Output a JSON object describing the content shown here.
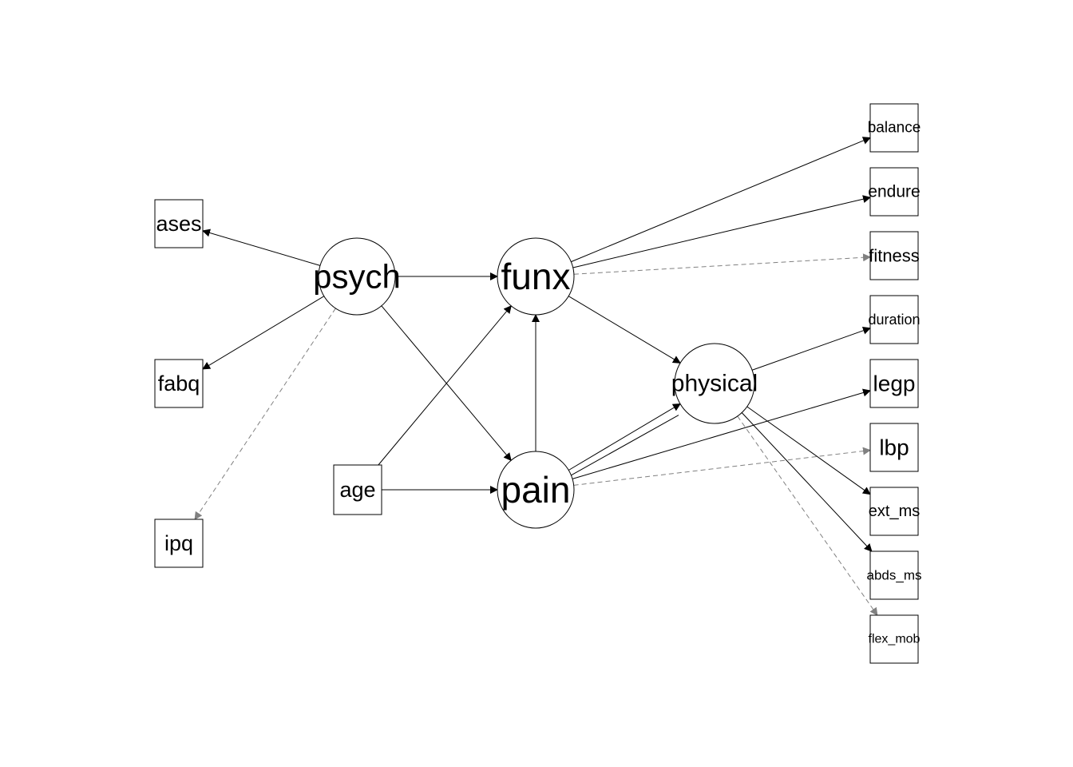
{
  "diagram": {
    "type": "path-diagram",
    "colors": {
      "solid_edge": "#000000",
      "dashed_edge": "#808080",
      "node_stroke": "#000000",
      "background": "#ffffff"
    },
    "nodes": [
      {
        "id": "psych",
        "label": "psych",
        "shape": "circle"
      },
      {
        "id": "funx",
        "label": "funx",
        "shape": "circle"
      },
      {
        "id": "pain",
        "label": "pain",
        "shape": "circle"
      },
      {
        "id": "physical",
        "label": "physical",
        "shape": "circle"
      },
      {
        "id": "ases",
        "label": "ases",
        "shape": "box"
      },
      {
        "id": "fabq",
        "label": "fabq",
        "shape": "box"
      },
      {
        "id": "ipq",
        "label": "ipq",
        "shape": "box"
      },
      {
        "id": "age",
        "label": "age",
        "shape": "box"
      },
      {
        "id": "balance",
        "label": "balance",
        "shape": "box"
      },
      {
        "id": "endure",
        "label": "endure",
        "shape": "box"
      },
      {
        "id": "fitness",
        "label": "fitness",
        "shape": "box"
      },
      {
        "id": "duration",
        "label": "duration",
        "shape": "box"
      },
      {
        "id": "legp",
        "label": "legp",
        "shape": "box"
      },
      {
        "id": "lbp",
        "label": "lbp",
        "shape": "box"
      },
      {
        "id": "ext_ms",
        "label": "ext_ms",
        "shape": "box"
      },
      {
        "id": "abds_ms",
        "label": "abds_ms",
        "shape": "box"
      },
      {
        "id": "flex_mob",
        "label": "flex_mob",
        "shape": "box"
      }
    ],
    "edges": [
      {
        "from": "psych",
        "to": "ases",
        "style": "solid",
        "arrow": true
      },
      {
        "from": "psych",
        "to": "fabq",
        "style": "solid",
        "arrow": true
      },
      {
        "from": "psych",
        "to": "ipq",
        "style": "dashed",
        "arrow": true
      },
      {
        "from": "psych",
        "to": "funx",
        "style": "solid",
        "arrow": true
      },
      {
        "from": "psych",
        "to": "pain",
        "style": "solid",
        "arrow": true
      },
      {
        "from": "age",
        "to": "funx",
        "style": "solid",
        "arrow": true
      },
      {
        "from": "age",
        "to": "pain",
        "style": "solid",
        "arrow": true
      },
      {
        "from": "pain",
        "to": "funx",
        "style": "solid",
        "arrow": true
      },
      {
        "from": "funx",
        "to": "balance",
        "style": "solid",
        "arrow": true
      },
      {
        "from": "funx",
        "to": "endure",
        "style": "solid",
        "arrow": true
      },
      {
        "from": "funx",
        "to": "fitness",
        "style": "dashed",
        "arrow": true
      },
      {
        "from": "funx",
        "to": "physical",
        "style": "solid",
        "arrow": true
      },
      {
        "from": "pain",
        "to": "physical",
        "style": "solid",
        "arrow": true
      },
      {
        "from": "physical",
        "to": "pain",
        "style": "solid",
        "arrow": false
      },
      {
        "from": "pain",
        "to": "legp",
        "style": "solid",
        "arrow": true
      },
      {
        "from": "pain",
        "to": "lbp",
        "style": "dashed",
        "arrow": true
      },
      {
        "from": "physical",
        "to": "duration",
        "style": "solid",
        "arrow": true
      },
      {
        "from": "physical",
        "to": "ext_ms",
        "style": "solid",
        "arrow": true
      },
      {
        "from": "physical",
        "to": "abds_ms",
        "style": "solid",
        "arrow": true
      },
      {
        "from": "physical",
        "to": "flex_mob",
        "style": "dashed",
        "arrow": true
      }
    ]
  }
}
